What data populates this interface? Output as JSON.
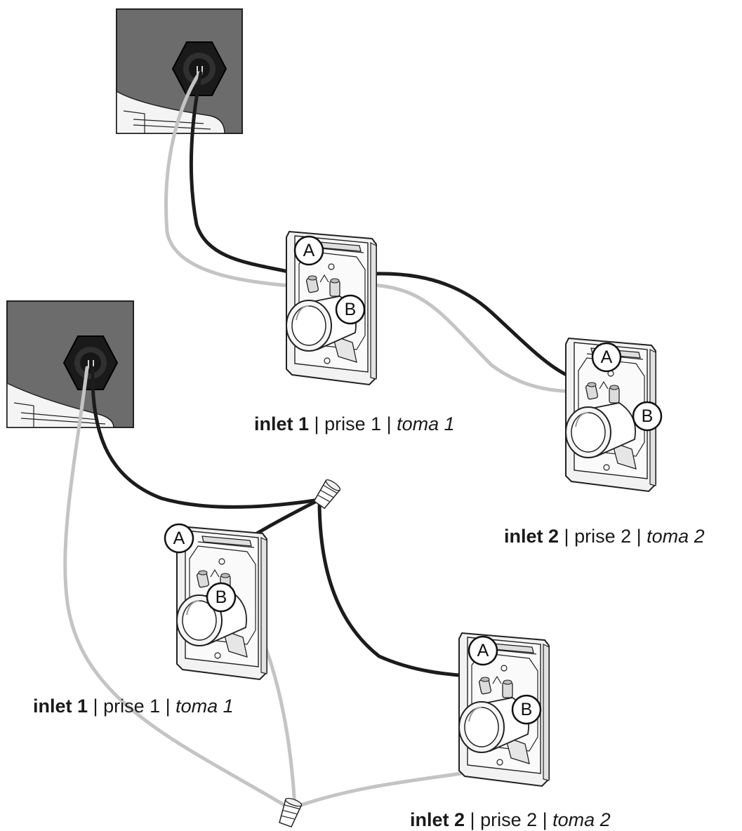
{
  "diagram_1": {
    "inlet_1": {
      "label_a": "A",
      "label_b": "B",
      "caption": {
        "name": "inlet 1",
        "sep1": " | ",
        "fr": "prise 1",
        "sep2": " | ",
        "es": "toma 1"
      }
    },
    "inlet_2": {
      "label_a": "A",
      "label_b": "B",
      "caption": {
        "name": "inlet 2",
        "sep1": " | ",
        "fr": "prise 2",
        "sep2": " | ",
        "es": "toma 2"
      }
    }
  },
  "diagram_2": {
    "inlet_1": {
      "label_a": "A",
      "label_b": "B",
      "caption": {
        "name": "inlet 1",
        "sep1": " | ",
        "fr": "prise 1",
        "sep2": " | ",
        "es": "toma 1"
      }
    },
    "inlet_2": {
      "label_a": "A",
      "label_b": "B",
      "caption": {
        "name": "inlet 2",
        "sep1": " | ",
        "fr": "prise 2",
        "sep2": " | ",
        "es": "toma 2"
      }
    }
  },
  "colors": {
    "black_wire": "#1c1c1c",
    "gray_wire": "#c4c4c4",
    "power_unit": "#6c6c6c",
    "hex_grommet": "#222222",
    "inlet_plate": "#f2f2f2",
    "outline": "#222222"
  },
  "icons": [
    "power-unit-icon",
    "hex-grommet-icon",
    "vacuum-inlet-icon",
    "wire-nut-icon",
    "terminal-label-icon"
  ]
}
